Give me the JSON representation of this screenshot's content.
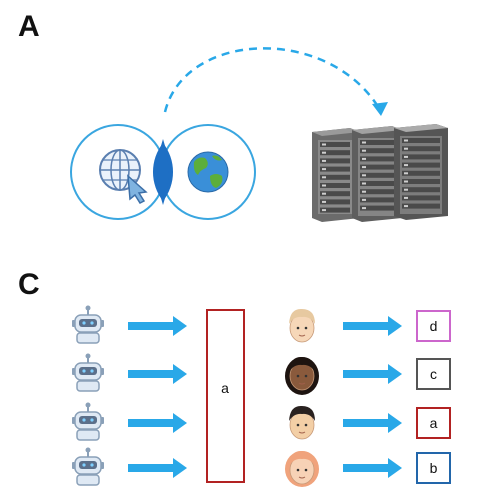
{
  "panels": {
    "top_label": "A",
    "bottom_label": "C"
  },
  "top": {
    "left_circle_icon": "globe-search-icon",
    "right_circle_icon": "earth-globe-icon",
    "server_icon": "server-rack-icon",
    "arrow_style": "dashed-curved"
  },
  "bottom": {
    "robots": [
      {
        "icon": "robot-icon"
      },
      {
        "icon": "robot-icon"
      },
      {
        "icon": "robot-icon"
      },
      {
        "icon": "robot-icon"
      }
    ],
    "shared_box_label": "a",
    "shared_box_color": "#b22222",
    "people": [
      {
        "icon": "person-blond-man-icon",
        "answer": "d",
        "box_color": "#cc66cc"
      },
      {
        "icon": "person-dark-woman-icon",
        "answer": "c",
        "box_color": "#555555"
      },
      {
        "icon": "person-dark-hair-man-icon",
        "answer": "a",
        "box_color": "#b22222"
      },
      {
        "icon": "person-redhead-woman-icon",
        "answer": "b",
        "box_color": "#2266aa"
      }
    ]
  },
  "colors": {
    "accent_blue": "#29a8e8",
    "circle_blue": "#3aa6e0"
  }
}
